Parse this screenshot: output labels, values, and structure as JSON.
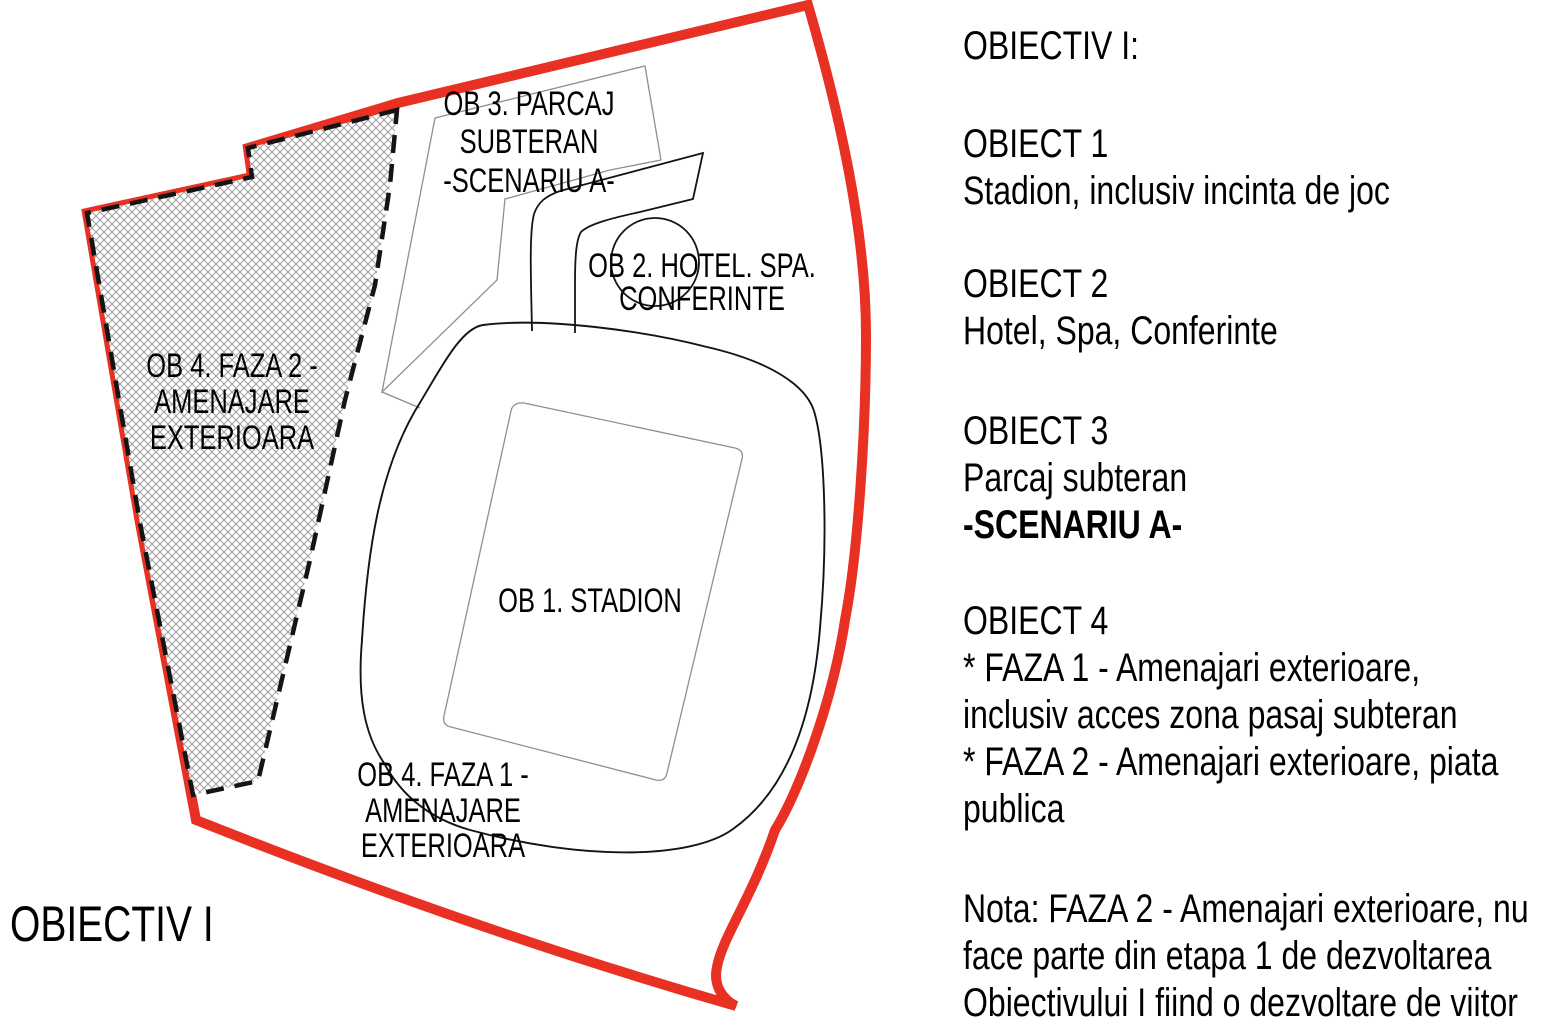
{
  "plan": {
    "big_label": "OBIECTIV I",
    "zones": {
      "ob3": {
        "line1": "OB 3. PARCAJ",
        "line2": "SUBTERAN",
        "line3": "-SCENARIU A-"
      },
      "ob2": {
        "line1": "OB 2. HOTEL. SPA.",
        "line2": "CONFERINTE"
      },
      "ob1": {
        "line1": "OB 1. STADION"
      },
      "faza2": {
        "line1": "OB 4. FAZA 2 -",
        "line2": "AMENAJARE",
        "line3": "EXTERIOARA"
      },
      "faza1": {
        "line1": "OB 4. FAZA 1 -",
        "line2": "AMENAJARE",
        "line3": "EXTERIOARA"
      }
    },
    "colors": {
      "boundary_red": "#e83123",
      "outline_black": "#141414",
      "outline_gray": "#8f8f8f",
      "hatch_gray": "#9e9e9e"
    }
  },
  "legend": {
    "title": "OBIECTIV I:",
    "sections": [
      {
        "heading": "OBIECT 1",
        "lines": [
          "Stadion, inclusiv incinta de joc"
        ]
      },
      {
        "heading": "OBIECT 2",
        "lines": [
          "Hotel, Spa, Conferinte"
        ]
      },
      {
        "heading": "OBIECT 3",
        "lines": [
          "Parcaj subteran"
        ],
        "bold_line": "-SCENARIU A-"
      },
      {
        "heading": "OBIECT 4",
        "lines": [
          "* FAZA 1 - Amenajari exterioare,",
          "inclusiv acces zona pasaj subteran",
          "* FAZA 2 - Amenajari exterioare, piata",
          "publica"
        ]
      },
      {
        "heading": "",
        "lines": [
          "Nota: FAZA 2 - Amenajari exterioare, nu",
          "face parte din etapa 1 de dezvoltarea",
          "Obiectivului I fiind o dezvoltare de viitor"
        ]
      }
    ]
  }
}
